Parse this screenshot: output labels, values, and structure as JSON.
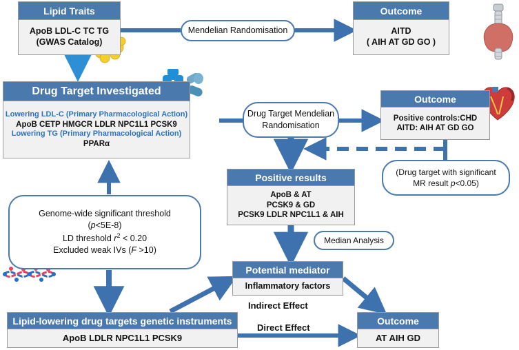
{
  "diagram": {
    "title": "Mendelian randomisation study flow: lipid traits, lipid-lowering drug targets and autoimmune thyroid disease",
    "accent_blue": "#4a79ae",
    "arrow_blue": "#3d72ae",
    "bright_arrow_blue": "#1f8fd8",
    "body_bg": "#f1f1f1",
    "blue_text": "#2a73c2"
  },
  "lipid_traits": {
    "header": "Lipid Traits",
    "line1": "ApoB  LDL-C  TC  TG",
    "line2": "(GWAS Catalog)",
    "icon": "fat-globules-icon"
  },
  "mendelian_randomisation_pill": {
    "label": "Mendelian Randomisation"
  },
  "outcome_top": {
    "header": "Outcome",
    "line1": "AITD",
    "line2": "( AIH  AT  GD  GO )",
    "icon": "thyroid-gland-icon"
  },
  "drug_target": {
    "header": "Drug Target Investigated",
    "lines": [
      {
        "text": "Lowering LDL-C (Primary Pharmacological Action)",
        "style": "blue"
      },
      {
        "text": "ApoB CETP HMGCR LDLR NPC1L1 PCSK9",
        "style": "black"
      },
      {
        "text": "Lowering TG (Primary Pharmacological Action)",
        "style": "blue"
      },
      {
        "text": "PPARα",
        "style": "black"
      }
    ],
    "icon": "medicine-bottle-pills-icon"
  },
  "drug_target_mr_pill": {
    "line1": "Drug Target Mendelian",
    "line2": "Randomisation"
  },
  "outcome_right": {
    "header": "Outcome",
    "line1": "Positive controls:CHD",
    "line2": "AITD: AIH AT GD GO",
    "icon": "heart-icon"
  },
  "significant_pill": {
    "line1": "(Drug target with significant",
    "line2_pre": "MR result ",
    "line2_italic": "p",
    "line2_post": "<0.05)"
  },
  "positive_results": {
    "header": "Positive results",
    "lines": [
      "ApoB & AT",
      "PCSK9 & GD",
      "PCSK9 LDLR NPC1L1 & AIH"
    ]
  },
  "median_analysis_pill": {
    "label": "Median Analysis"
  },
  "threshold_pill": {
    "line1": "Genome-wide significant threshold",
    "line2_pre": "(",
    "line2_italic": "p",
    "line2_post": "<5E-8)",
    "line3_pre": "LD threshold ",
    "line3_italic": "r",
    "line3_sup": "2",
    "line3_post": " < 0.20",
    "line4_pre": "Excluded weak IVs (",
    "line4_italic": "F",
    "line4_post": " >10)",
    "icon": "dna-helix-icon"
  },
  "potential_mediator": {
    "header": "Potential mediator",
    "line1": "Inflammatory factors"
  },
  "genetic_instruments": {
    "header": "Lipid-lowering drug targets genetic instruments",
    "line1": "ApoB   LDLR   NPC1L1   PCSK9"
  },
  "outcome_bottom": {
    "header": "Outcome",
    "line1": "AT  AIH  GD"
  },
  "edge_labels": {
    "indirect_effect": "Indirect Effect",
    "direct_effect": "Direct Effect"
  }
}
